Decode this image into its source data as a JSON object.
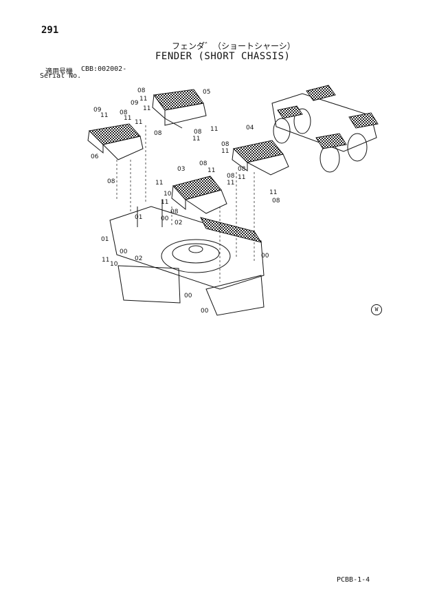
{
  "page": {
    "number": "291",
    "title_jp": "フェンダ゛（ショートシャーシ）",
    "title_en": "FENDER (SHORT CHASSIS)",
    "serial_label_jp": "適用号機",
    "serial_code": "CBB:002002-",
    "serial_label_en": "Serial No.",
    "footer_code": "PCBB-1-4",
    "mark": "W"
  },
  "callouts": [
    {
      "id": "05",
      "label": "05"
    },
    {
      "id": "04",
      "label": "04"
    },
    {
      "id": "03",
      "label": "03"
    },
    {
      "id": "06",
      "label": "06"
    },
    {
      "id": "01",
      "label": "01"
    },
    {
      "id": "02",
      "label": "02"
    },
    {
      "id": "00",
      "label": "00"
    },
    {
      "id": "08",
      "label": "08"
    },
    {
      "id": "09",
      "label": "09"
    },
    {
      "id": "10",
      "label": "10"
    },
    {
      "id": "11",
      "label": "11"
    }
  ]
}
